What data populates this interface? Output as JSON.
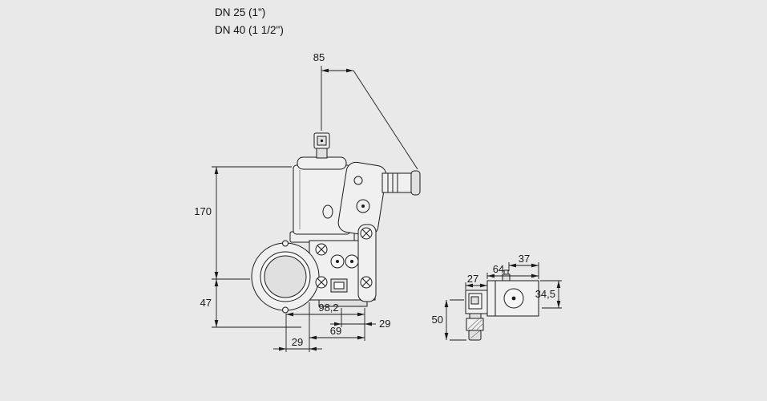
{
  "colors": {
    "background": "#e9e9e9",
    "line": "#1a1a1a"
  },
  "header": {
    "size_line_1": "DN 25 (1\")",
    "size_line_2": "DN 40 (1 1/2\")"
  },
  "main_view": {
    "description": "valve side view with dimensions in mm",
    "dim_top_width": "85",
    "dim_height_upper": "170",
    "dim_height_lower": "47",
    "dim_depth_total": "98,2",
    "dim_bottom_left": "29",
    "dim_bottom_center": "69",
    "dim_bottom_right": "29"
  },
  "detail_view": {
    "description": "pressure switch / actuator detail view with dimensions in mm",
    "dim_connector_width": "27",
    "dim_body_width": "64",
    "dim_right_width": "37",
    "dim_height_right": "34,5",
    "dim_height_left": "50"
  }
}
